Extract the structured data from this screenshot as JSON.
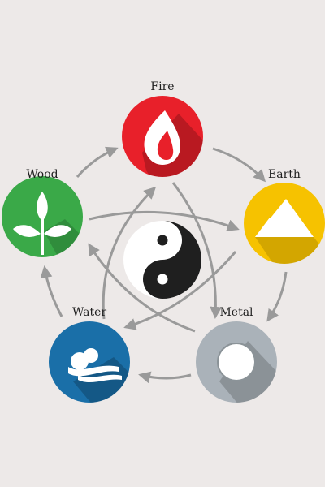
{
  "elements": {
    "fire": {
      "label": "Fire",
      "color": "#e8202a",
      "icon": "flame-icon"
    },
    "earth": {
      "label": "Earth",
      "color": "#f6c200",
      "icon": "mountain-icon"
    },
    "metal": {
      "label": "Metal",
      "color": "#aab2b9",
      "icon": "circle-icon"
    },
    "water": {
      "label": "Water",
      "color": "#1a6fa8",
      "icon": "cloud-wave-icon"
    },
    "wood": {
      "label": "Wood",
      "color": "#3aa948",
      "icon": "sprout-icon"
    }
  },
  "center": {
    "icon": "yin-yang-icon"
  },
  "arrows": {
    "color": "#9a9a9a"
  }
}
